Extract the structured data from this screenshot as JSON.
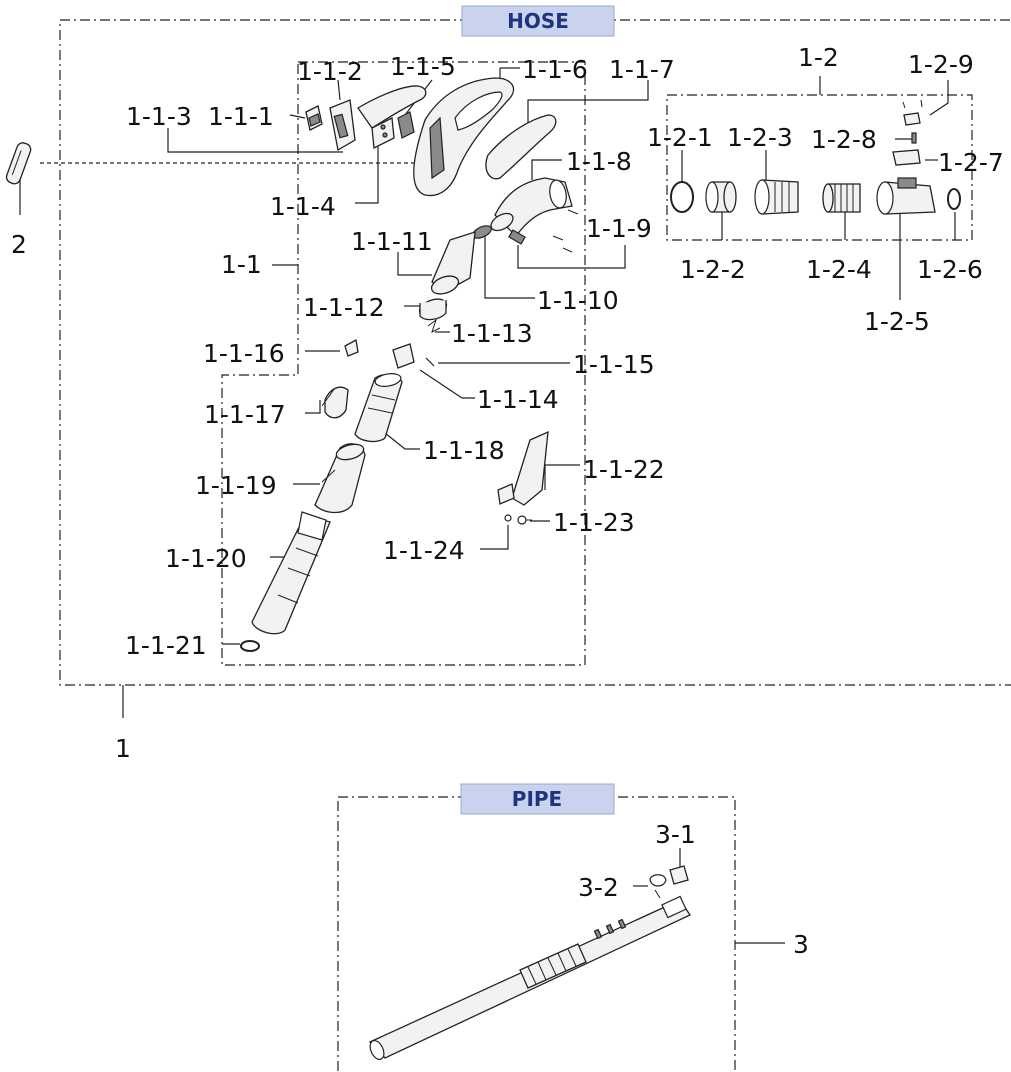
{
  "sections": {
    "hose": "HOSE",
    "pipe": "PIPE"
  },
  "labels": {
    "l_1_1_2": "1-1-2",
    "l_1_1_5": "1-1-5",
    "l_1_1_6": "1-1-6",
    "l_1_1_7": "1-1-7",
    "l_1_2": "1-2",
    "l_1_2_9": "1-2-9",
    "l_1_1_3": "1-1-3",
    "l_1_1_1": "1-1-1",
    "l_1_2_1": "1-2-1",
    "l_1_2_3": "1-2-3",
    "l_1_2_8": "1-2-8",
    "l_1_2_7": "1-2-7",
    "l_1_1_8": "1-1-8",
    "l_1_1_4": "1-1-4",
    "l_1_1_9": "1-1-9",
    "l_2": "2",
    "l_1_1_11": "1-1-11",
    "l_1_2_2": "1-2-2",
    "l_1_2_4": "1-2-4",
    "l_1_2_6": "1-2-6",
    "l_1_1": "1-1",
    "l_1_1_10": "1-1-10",
    "l_1_1_12": "1-1-12",
    "l_1_2_5": "1-2-5",
    "l_1_1_13": "1-1-13",
    "l_1_1_16": "1-1-16",
    "l_1_1_15": "1-1-15",
    "l_1_1_14": "1-1-14",
    "l_1_1_17": "1-1-17",
    "l_1_1_18": "1-1-18",
    "l_1_1_22": "1-1-22",
    "l_1_1_19": "1-1-19",
    "l_1_1_23": "1-1-23",
    "l_1_1_24": "1-1-24",
    "l_1_1_20": "1-1-20",
    "l_1_1_21": "1-1-21",
    "l_1": "1",
    "l_3_1": "3-1",
    "l_3_2": "3-2",
    "l_3": "3"
  }
}
